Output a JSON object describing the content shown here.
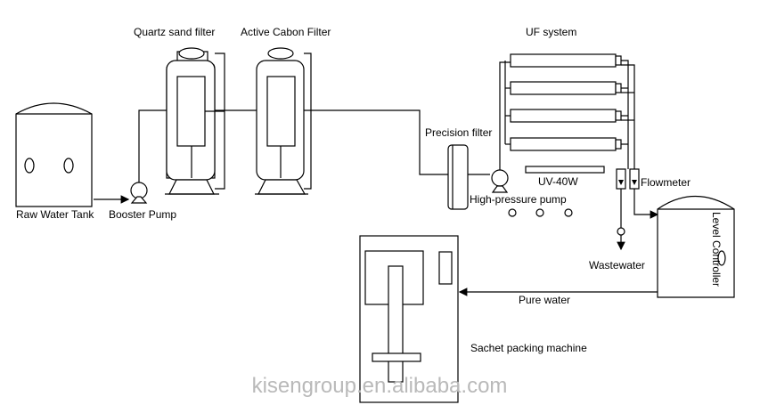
{
  "labels": {
    "raw_water_tank": "Raw Water Tank",
    "booster_pump": "Booster Pump",
    "quartz_sand_filter": "Quartz sand filter",
    "active_carbon_filter": "Active Cabon Filter",
    "precision_filter": "Precision filter",
    "uf_system": "UF system",
    "uv": "UV-40W",
    "high_pressure_pump": "High-pressure pump",
    "flowmeter": "Flowmeter",
    "level_controller": "Level Controller",
    "wastewater": "Wastewater",
    "pure_water": "Pure water",
    "sachet_packing_machine": "Sachet packing machine"
  },
  "watermark": "kisengroup.en.alibaba.com"
}
